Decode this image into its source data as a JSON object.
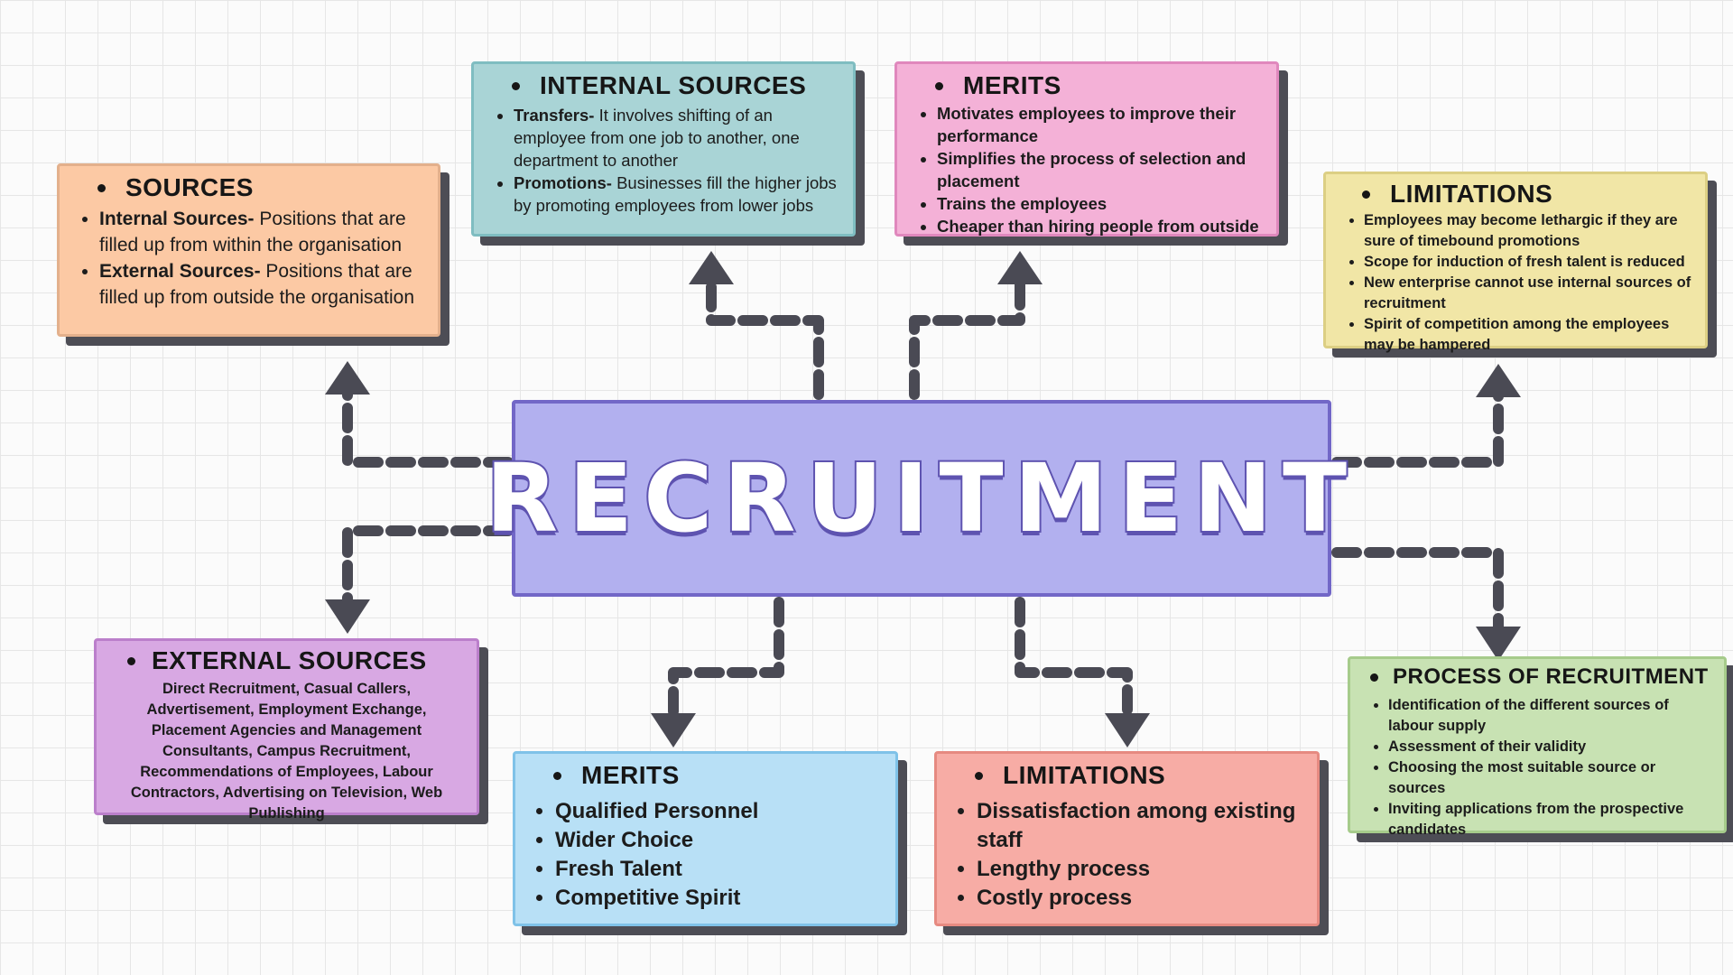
{
  "center": {
    "title": "RECRUITMENT"
  },
  "sources": {
    "heading": "SOURCES",
    "items": [
      {
        "bold": "Internal Sources-",
        "text": " Positions that are filled up from within the organisation"
      },
      {
        "bold": "External Sources-",
        "text": " Positions that are filled up from outside the organisation"
      }
    ]
  },
  "internal_sources": {
    "heading": "INTERNAL SOURCES",
    "items": [
      {
        "bold": "Transfers-",
        "text": " It involves shifting of an employee from one job to another, one department to another"
      },
      {
        "bold": "Promotions-",
        "text": " Businesses fill the higher jobs by promoting employees from lower jobs"
      }
    ]
  },
  "merits_internal": {
    "heading": "MERITS",
    "items": [
      "Motivates employees to improve their performance",
      "Simplifies the process of selection and placement",
      "Trains the employees",
      "Cheaper than hiring people from outside"
    ]
  },
  "limitations_internal": {
    "heading": "LIMITATIONS",
    "items": [
      "Employees may become lethargic if they are sure of timebound promotions",
      "Scope for induction of fresh talent is reduced",
      "New enterprise cannot use internal sources of recruitment",
      "Spirit of competition among the employees may be hampered"
    ]
  },
  "external_sources": {
    "heading": "EXTERNAL SOURCES",
    "text": "Direct Recruitment, Casual Callers, Advertisement, Employment Exchange, Placement Agencies and Management Consultants, Campus Recruitment, Recommendations of Employees, Labour Contractors, Advertising on Television, Web Publishing"
  },
  "merits_external": {
    "heading": "MERITS",
    "items": [
      "Qualified Personnel",
      "Wider Choice",
      "Fresh Talent",
      "Competitive Spirit"
    ]
  },
  "limitations_external": {
    "heading": "LIMITATIONS",
    "items": [
      "Dissatisfaction among existing staff",
      "Lengthy process",
      "Costly process"
    ]
  },
  "process": {
    "heading": "PROCESS OF RECRUITMENT",
    "items": [
      "Identification of the different sources of labour supply",
      "Assessment of their validity",
      "Choosing the most suitable source or sources",
      "Inviting applications from the prospective candidates"
    ]
  },
  "colors": {
    "center": "#b2b0ef",
    "sources": "#fcc9a4",
    "internal_sources": "#a9d4d6",
    "merits_internal": "#f4b1d7",
    "limitations_internal": "#f1e6a6",
    "external_sources": "#d8a8e3",
    "merits_external": "#b8e0f6",
    "limitations_external": "#f7aca5",
    "process": "#c8e2b3",
    "arrow": "#4a4a54"
  }
}
